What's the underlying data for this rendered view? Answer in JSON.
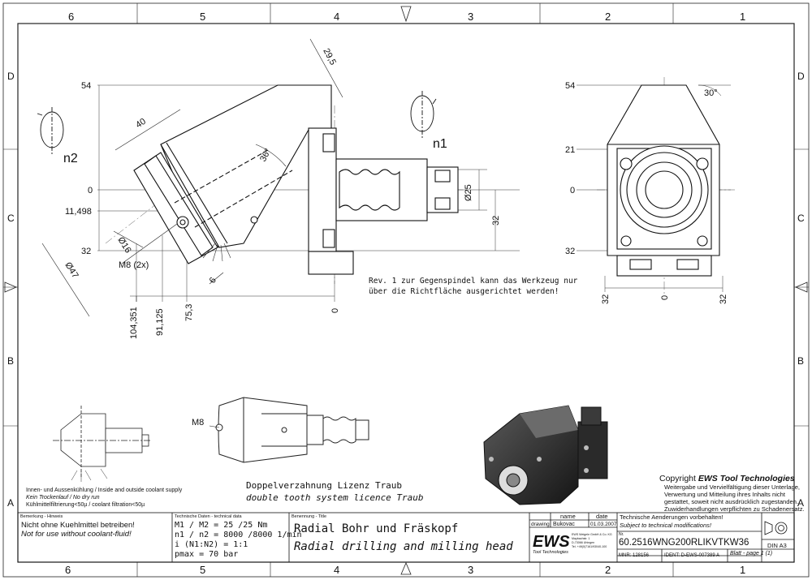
{
  "frame": {
    "col_numbers": [
      "6",
      "5",
      "4",
      "3",
      "2",
      "1"
    ],
    "row_letters": [
      "D",
      "C",
      "B",
      "A"
    ]
  },
  "main_view": {
    "dims": {
      "d29_5": "29,5",
      "d54": "54",
      "d40": "40",
      "d36deg": "36°",
      "d0": "0",
      "d11_498": "11,498",
      "d32": "32",
      "dia16": "Ø16",
      "dia47": "Ø47",
      "m8": "M8 (2x)",
      "d6": "6",
      "d104": "104,351",
      "d91": "91,125",
      "d75": "75,3",
      "d0b": "0",
      "dia25": "Ø25",
      "d32v": "32"
    },
    "n1": "n1",
    "n2": "n2",
    "note_line1": "Rev. 1 zur Gegenspindel kann das Werkzeug nur",
    "note_line2": "über die Richtfläche ausgerichtet werden!"
  },
  "side_view": {
    "d54": "54",
    "d21": "21",
    "d0": "0",
    "d32": "32",
    "angle": "30°",
    "b32l": "32",
    "b0": "0",
    "b32r": "32"
  },
  "small_view": {
    "m8": "M8",
    "caption_de": "Doppelverzahnung Lizenz Traub",
    "caption_en": "double tooth system licence Traub"
  },
  "coolant": {
    "line1": "Innen- und Aussenkühlung / Inside and outside coolant supply",
    "line2": "Kein Trockenlauf / No dry run",
    "line3": "Kühlmittelfiltrierung<50µ / coolant filtration<50µ"
  },
  "copyright": {
    "title_prefix": "Copyright",
    "brand": "EWS Tool Technologies",
    "l1": "Weitergabe und Vervielfältigung dieser Unterlage,",
    "l2": "Verwertung und Mitteilung ihres Inhalts nicht",
    "l3": "gestattet, soweit nicht ausdrücklich zugestanden.",
    "l4": "Zuwiderhandlungen verpflichten zu Schadenersatz."
  },
  "title_block": {
    "remark_label": "Bemerkung - Hinweis",
    "remark_de": "Nicht ohne Kuehlmittel betreiben!",
    "remark_en": "Not for use without coolant-fluid!",
    "tech_label": "Technische Daten - technical data",
    "tech_m": "M1 / M2 = 25 /25  Nm",
    "tech_n": "n1 / n2 = 8000 /8000  1/min",
    "tech_i": "i  (N1:N2) = 1:1",
    "tech_p": "pmax    = 70  bar",
    "title_label": "Benennung - Title",
    "title_de": "Radial Bohr und Fräskopf",
    "title_en": "Radial drilling and milling head",
    "col_name": "name",
    "col_date": "date",
    "row_drawing": "drawing",
    "drawn_by": "Bukovac",
    "drawn_date": "01.03.2007",
    "logo": "EWS",
    "logo_sub": "Tool Technologies",
    "addr1": "EWS Weigele GmbH & Co. KG",
    "addr2": "Maybachstr. 1",
    "addr3": "D-73066 Uhingen",
    "addr4": "Tel. +49(0)7161/93040-100",
    "changes_de": "Technische Aenderungen vorbehalten!",
    "changes_en": "Subject to technical modifications!",
    "nr_label": "Nr.",
    "part_no": "60.2516WNG200RLIKVTKW36",
    "mnr": "MNR: 128156",
    "ident": "IDENT: D-EWS-007389 A",
    "sheet": "Blatt - page  1 (1)",
    "din": "DIN A3"
  }
}
